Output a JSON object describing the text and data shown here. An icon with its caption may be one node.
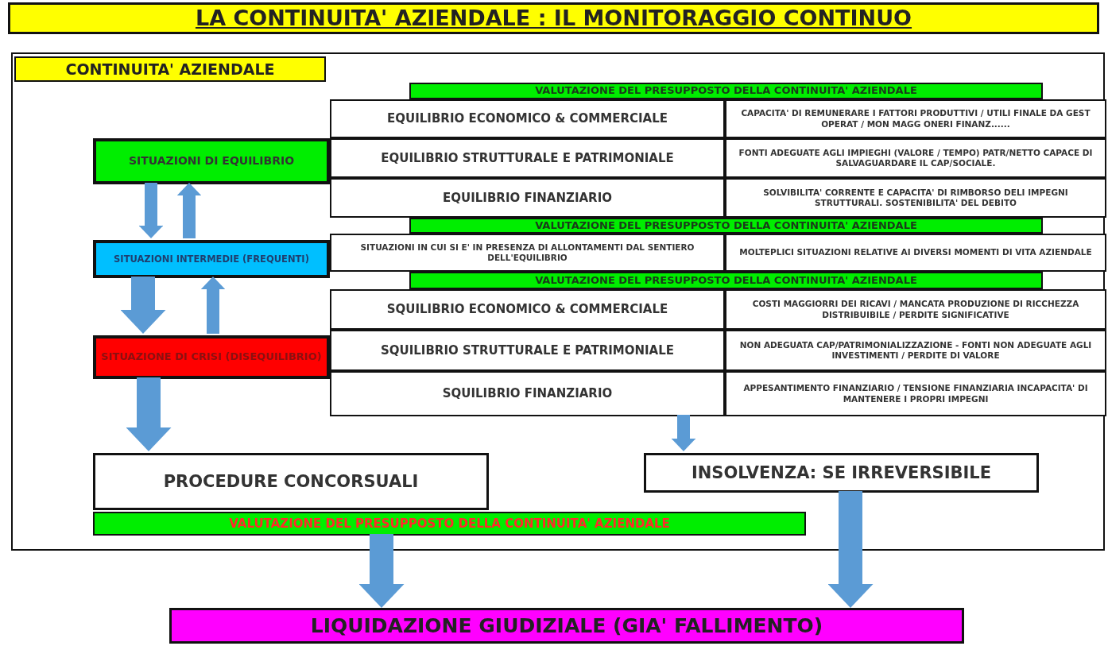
{
  "diagram": {
    "title": "LA CONTINUITA' AZIENDALE :  IL MONITORAGGIO CONTINUO",
    "nodes": [
      {
        "text": [
          "CONTINUITA' AZIENDALE"
        ]
      },
      {
        "text": [
          "VALUTAZIONE DEL PRESUPPOSTO DELLA CONTINUITA' AZIENDALE"
        ],
        "in": 0
      },
      {
        "text": [
          "EQUILIBRIO ECONOMICO & COMMERCIALE"
        ],
        "in": 0
      },
      {
        "text": [
          "CAPACITA' DI REMUNERARE I FATTORI PRODUTTIVI / UTILI FINALE DA GEST OPERAT / MON MAGG ONERI FINANZ......"
        ],
        "in": 0
      },
      {
        "text": [
          "SITUAZIONI DI EQUILIBRIO"
        ],
        "in": 0
      },
      {
        "text": [
          "EQUILIBRIO STRUTTURALE E PATRIMONIALE"
        ],
        "in": 0
      },
      {
        "text": [
          "FONTI ADEGUATE AGLI IMPIEGHI (VALORE / TEMPO) PATR/NETTO CAPACE DI SALVAGUARDARE IL CAP/SOCIALE."
        ],
        "in": 0
      },
      {
        "text": [
          "EQUILIBRIO FINANZIARIO"
        ],
        "in": 0
      },
      {
        "text": [
          "SOLVIBILITA' CORRENTE E CAPACITA' DI RIMBORSO DELI IMPEGNI STRUTTURALI.   SOSTENIBILITA' DEL DEBITO"
        ],
        "in": 0
      },
      {
        "text": [
          "VALUTAZIONE DEL PRESUPPOSTO DELLA CONTINUITA' AZIENDALE"
        ],
        "in": 0
      },
      {
        "text": [
          "SITUAZIONI INTERMEDIE (FREQUENTI)"
        ],
        "in": 0
      },
      {
        "text": [
          "SITUAZIONI IN CUI SI E' IN PRESENZA DI ALLONTAMENTI DAL SENTIERO DELL'EQUILIBRIO"
        ],
        "in": 0
      },
      {
        "text": [
          "MOLTEPLICI SITUAZIONI RELATIVE AI DIVERSI MOMENTI DI VITA AZIENDALE"
        ],
        "in": 0
      },
      {
        "text": [
          "VALUTAZIONE DEL PRESUPPOSTO DELLA CONTINUITA' AZIENDALE"
        ],
        "in": 0
      },
      {
        "text": [
          "SQUILIBRIO ECONOMICO & COMMERCIALE"
        ],
        "in": 0
      },
      {
        "text": [
          "COSTI MAGGIORRI DEI RICAVI / MANCATA PRODUZIONE DI RICCHEZZA DISTRIBUIBILE / PERDITE SIGNIFICATIVE"
        ],
        "in": 0
      },
      {
        "text": [
          "SITUAZIONE DI CRISI (DISEQUILIBRIO)"
        ],
        "in": 0
      },
      {
        "text": [
          "SQUILIBRIO STRUTTURALE E PATRIMONIALE"
        ],
        "in": 0
      },
      {
        "text": [
          "NON ADEGUATA CAP/PATRIMONIALIZZAZIONE - FONTI NON ADEGUATE AGLI INVESTIMENTI / PERDITE DI VALORE"
        ],
        "in": 0
      },
      {
        "text": [
          "SQUILIBRIO FINANZIARIO"
        ],
        "in": 0
      },
      {
        "text": [
          "APPESANTIMENTO FINANZIARIO / TENSIONE FINANZIARIA INCAPACITA'  DI MANTENERE I PROPRI IMPEGNI"
        ],
        "in": 0
      },
      {
        "text": [
          "PROCEDURE CONCORSUALI"
        ],
        "in": 0
      },
      {
        "text": [
          "INSOLVENZA: SE IRREVERSIBILE"
        ],
        "in": 0
      },
      {
        "text": [
          "VALUTAZIONE DEL PRESUPPOSTO DELLA CONTINUITA' AZIENDALE"
        ],
        "in": 0
      },
      {
        "text": [
          "LIQUIDAZIONE GIUDIZIALE (GIA' FALLIMENTO)"
        ]
      }
    ],
    "edges": [
      {
        "from": 4,
        "to": 10,
        "arrow": "to"
      },
      {
        "from": 10,
        "to": 4,
        "arrow": "to"
      },
      {
        "from": 10,
        "to": 16,
        "arrow": "to",
        "style": "thick"
      },
      {
        "from": 16,
        "to": 10,
        "arrow": "to"
      },
      {
        "from": 16,
        "to": 21,
        "arrow": "to",
        "style": "thick"
      },
      {
        "from": 19,
        "to": 22,
        "arrow": "to"
      },
      {
        "from": 23,
        "to": 24,
        "arrow": "to",
        "style": "thick"
      },
      {
        "from": 22,
        "to": 24,
        "arrow": "to",
        "style": "thick"
      }
    ]
  }
}
